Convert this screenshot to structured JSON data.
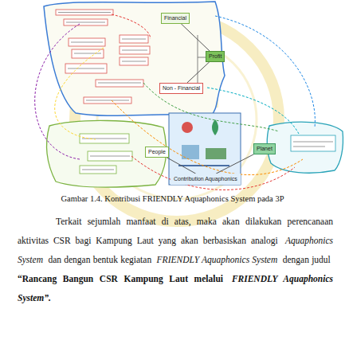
{
  "diagram": {
    "caption": "Gambar 1.4. Kontribusi FRIENDLY Aquaphonics System pada 3P",
    "nodes": [
      {
        "text": [
          "Financial"
        ]
      },
      {
        "text": [
          "Profit"
        ]
      },
      {
        "text": [
          "Non - Financial"
        ]
      },
      {
        "text": [
          "People"
        ]
      },
      {
        "text": [
          "Contribution Aquaphonics"
        ]
      },
      {
        "text": [
          "Planet"
        ]
      }
    ],
    "edges": [
      {
        "from": 0,
        "to": 1,
        "arrow": "none"
      },
      {
        "from": 2,
        "to": 1,
        "arrow": "none"
      },
      {
        "from": 4,
        "to": 3,
        "arrow": "none"
      },
      {
        "from": 4,
        "to": 5,
        "arrow": "none"
      }
    ],
    "labels": [
      "Terkait sejumlah manfaat di atas, maka akan dilakukan perencanaan aktivitas CSR bagi Kampung Laut yang akan berbasiskan analogi",
      "Aquaphonics System",
      "dan dengan bentuk kegiatan",
      "FRIENDLY Aquaphonics System",
      "dengan judul",
      "“Rancang Bangun CSR Kampung Laut melalui",
      "FRIENDLY Aquaphonics System”."
    ]
  }
}
